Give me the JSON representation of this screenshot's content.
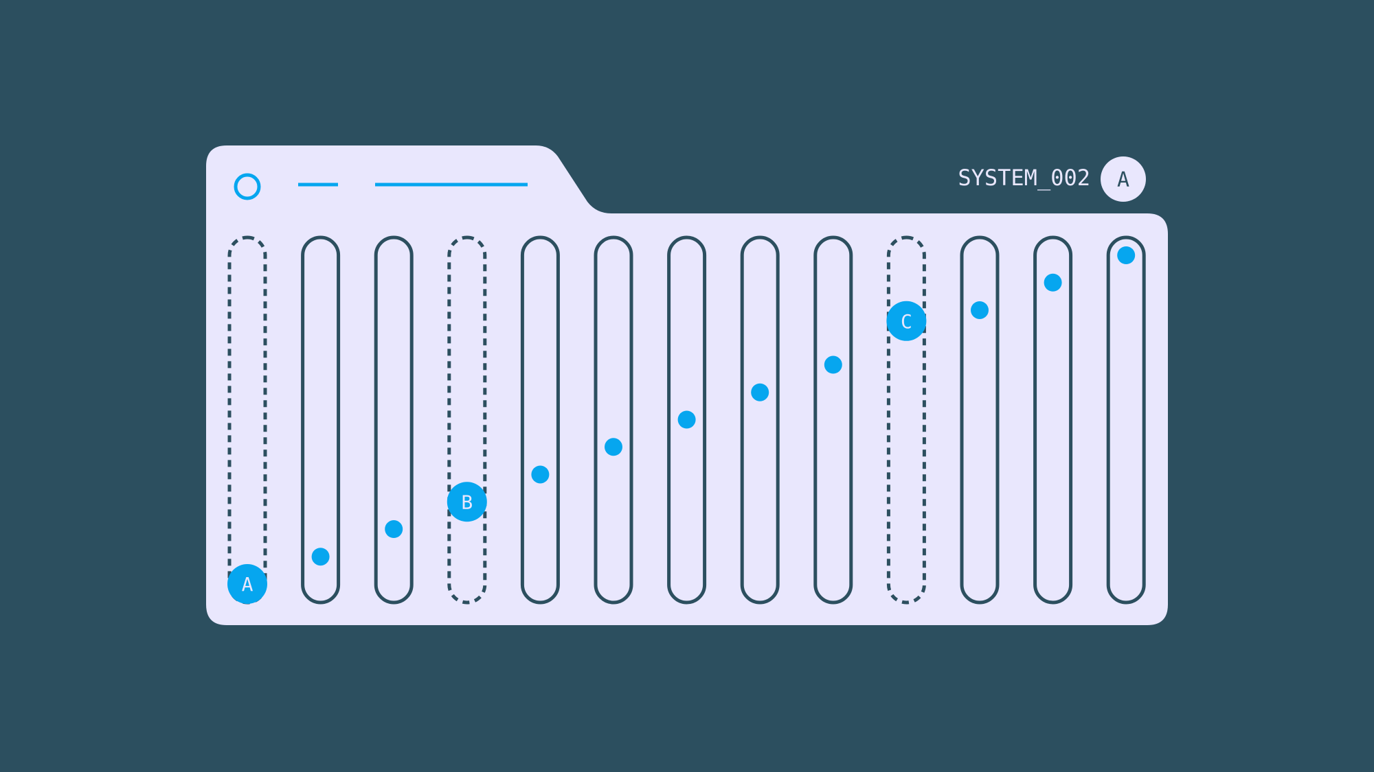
{
  "system": {
    "name": "SYSTEM_002",
    "badge": "A"
  },
  "colors": {
    "background": "#2c4f5f",
    "panel": "#e9e7fd",
    "track": "#2c4f5f",
    "accent": "#06a6ef",
    "badge_fill": "#e9e7fd"
  },
  "header": {
    "icons": [
      "circle-icon",
      "short-dash-icon",
      "long-dash-icon"
    ]
  },
  "sliders": [
    {
      "value": 0.0,
      "style": "dashed",
      "marker": "A"
    },
    {
      "value": 0.083,
      "style": "solid",
      "marker": ""
    },
    {
      "value": 0.167,
      "style": "solid",
      "marker": ""
    },
    {
      "value": 0.25,
      "style": "dashed",
      "marker": "B"
    },
    {
      "value": 0.333,
      "style": "solid",
      "marker": ""
    },
    {
      "value": 0.417,
      "style": "solid",
      "marker": ""
    },
    {
      "value": 0.5,
      "style": "solid",
      "marker": ""
    },
    {
      "value": 0.583,
      "style": "solid",
      "marker": ""
    },
    {
      "value": 0.667,
      "style": "solid",
      "marker": ""
    },
    {
      "value": 0.8,
      "style": "dashed",
      "marker": "C"
    },
    {
      "value": 0.833,
      "style": "solid",
      "marker": ""
    },
    {
      "value": 0.917,
      "style": "solid",
      "marker": ""
    },
    {
      "value": 1.0,
      "style": "solid",
      "marker": ""
    }
  ]
}
